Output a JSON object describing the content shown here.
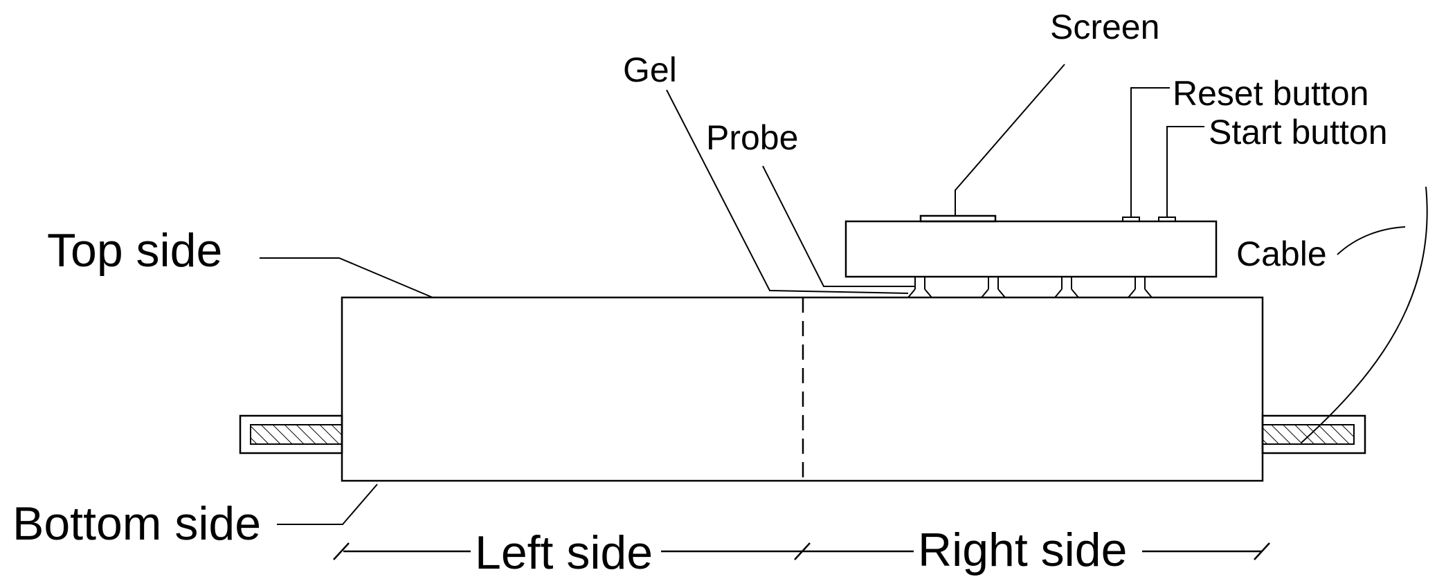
{
  "labels": {
    "top_side": "Top side",
    "bottom_side": "Bottom side",
    "left_side": "Left side",
    "right_side": "Right side",
    "gel": "Gel",
    "probe": "Probe",
    "screen": "Screen",
    "reset_button": "Reset button",
    "start_button": "Start button",
    "cable": "Cable"
  },
  "colors": {
    "line": "#000000",
    "background": "#ffffff"
  }
}
